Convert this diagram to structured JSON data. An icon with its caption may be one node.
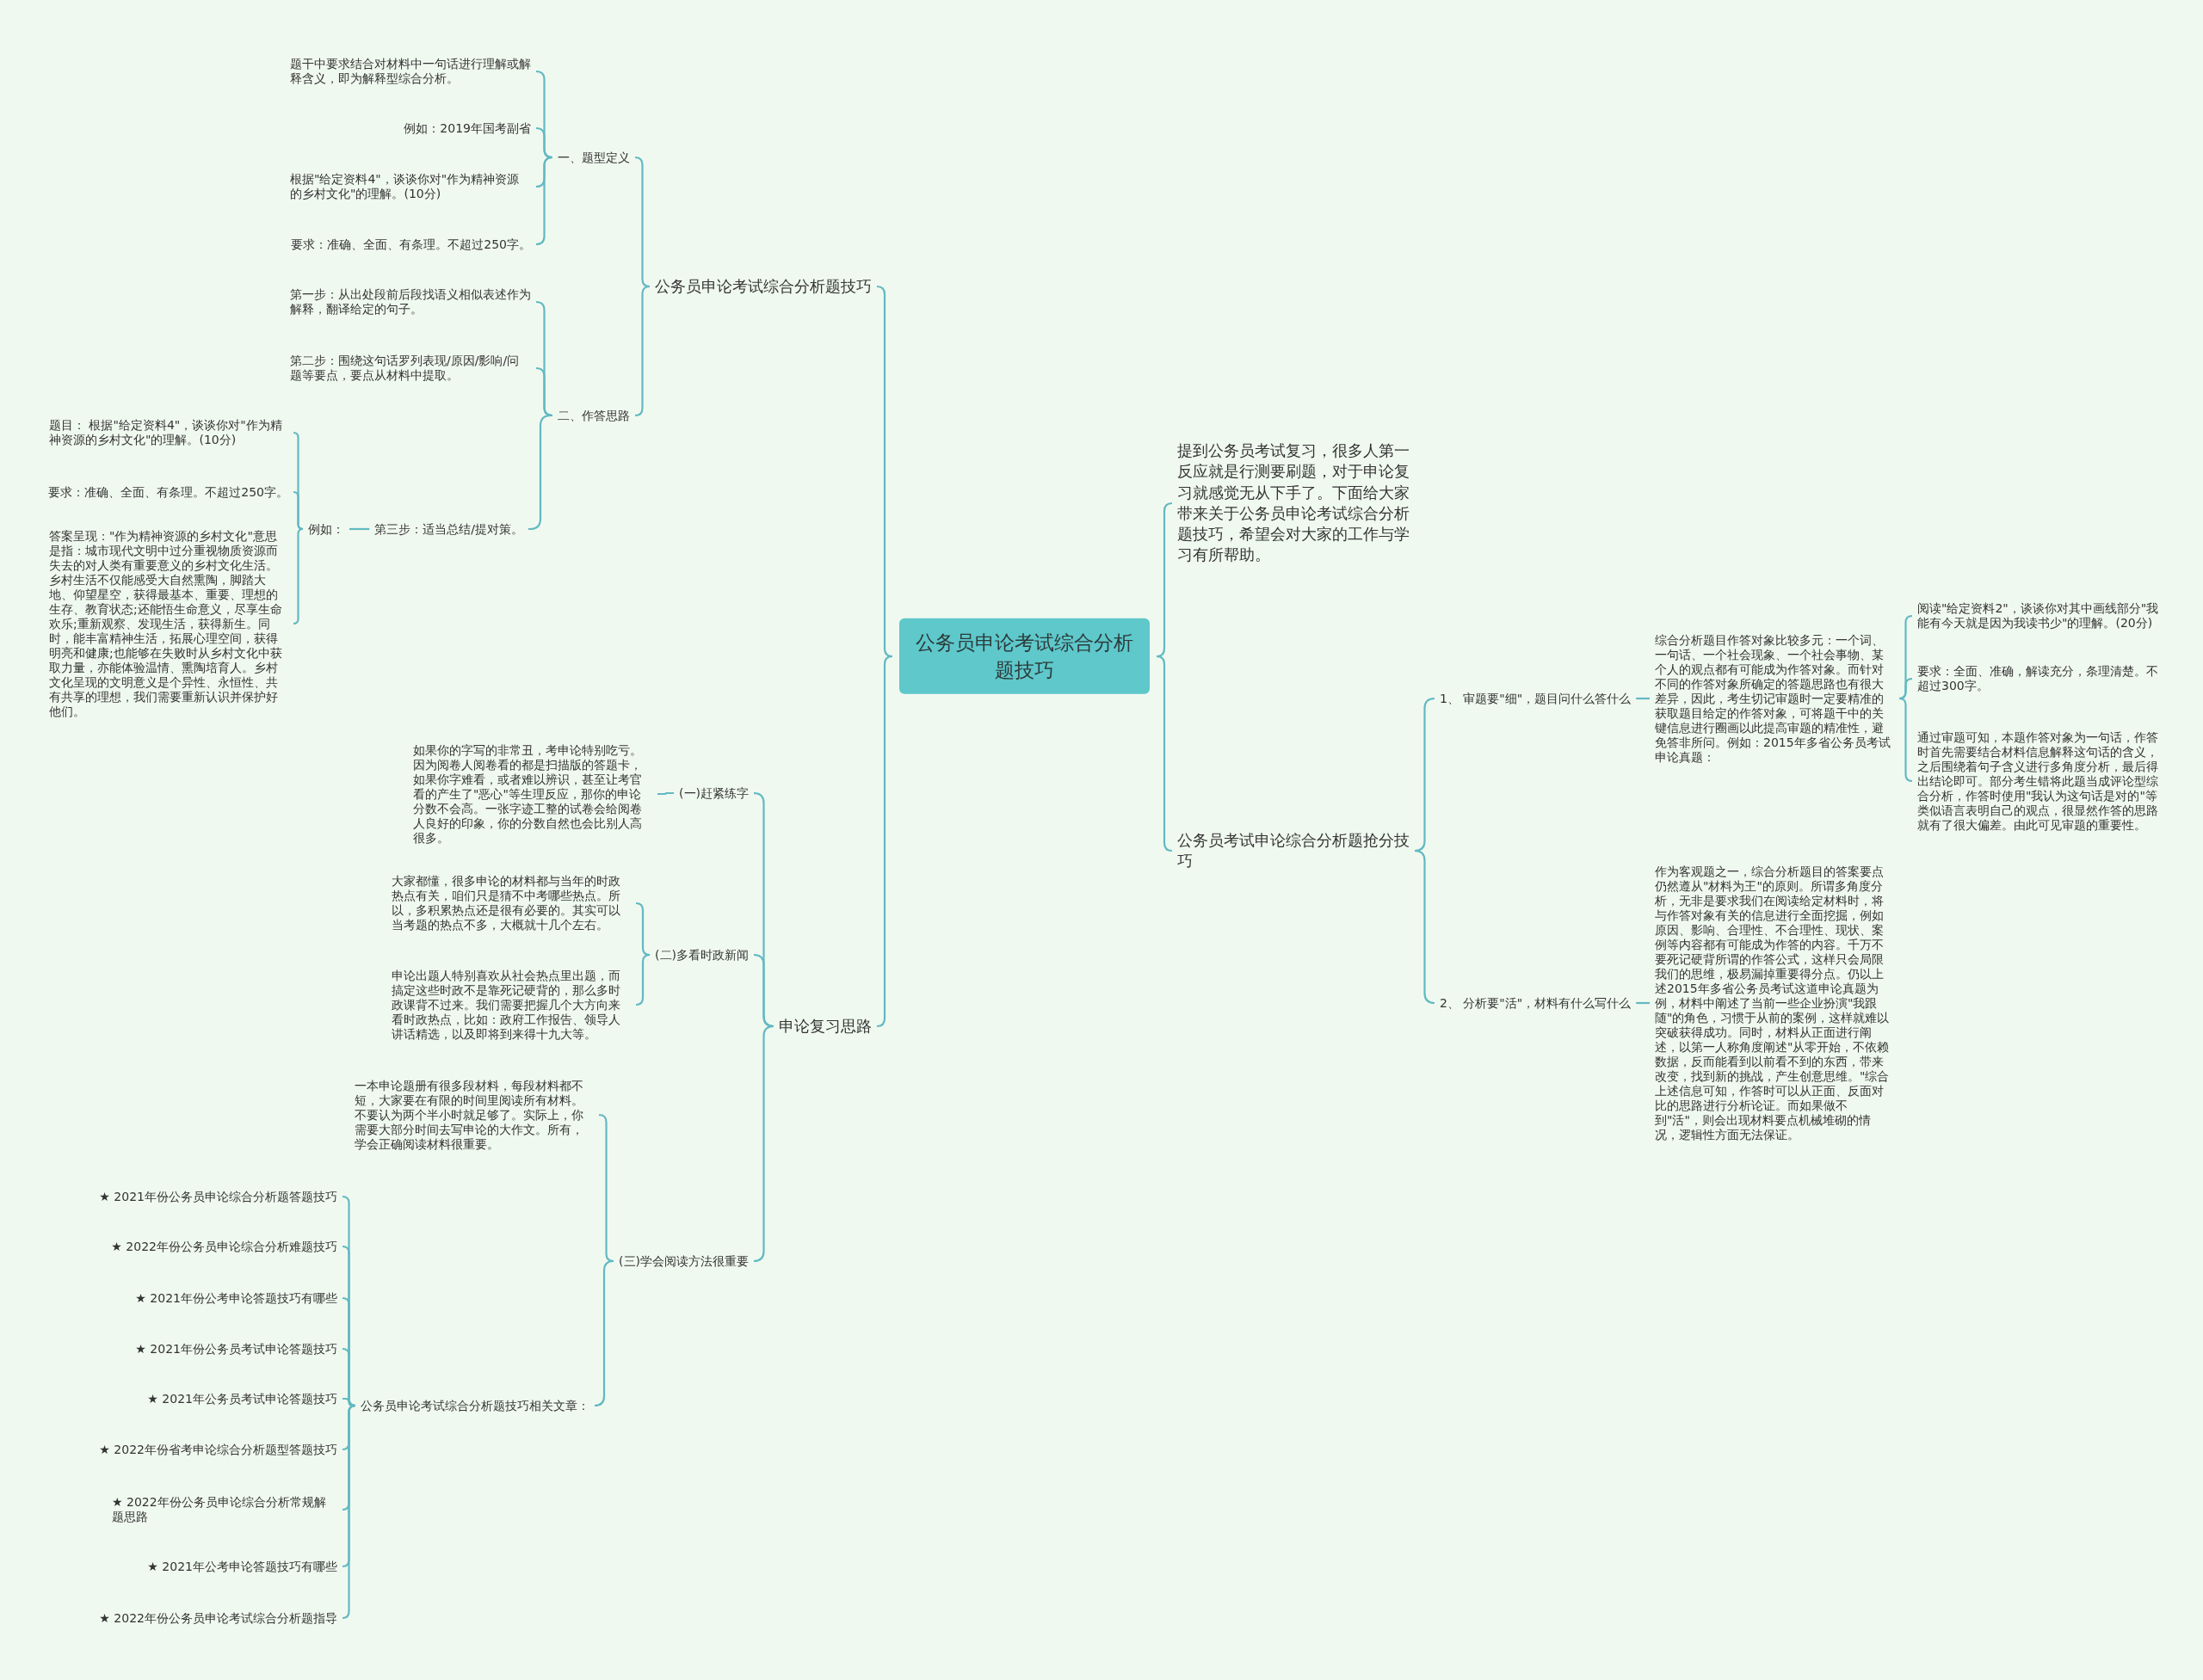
{
  "diagram": {
    "nodes": [
      {
        "text": [
          "公务员申论考试综合分析题技巧"
        ]
      },
      {
        "text": [
          "提到公务员考试复习，很多人第一反应就是行测要刷题，对于申论复习就感觉无从下手了。下面给大家带来关于公务员申论考试综合分析题技巧，希望会对大家的工作与学习有所帮助。"
        ]
      },
      {
        "text": [
          "公务员考试申论综合分析题抢分技巧"
        ]
      },
      {
        "text": [
          "1、 审题要\"细\"，题目问什么答什么"
        ]
      },
      {
        "text": [
          "综合分析题目作答对象比较多元：一个词、一句话、一个社会现象、一个社会事物、某个人的观点都有可能成为作答对象。而针对不同的作答对象所确定的答题思路也有很大差异，因此，考生切记审题时一定要精准的获取题目给定的作答对象，可将题干中的关键信息进行圈画以此提高审题的精准性，避免答非所问。例如：2015年多省公务员考试申论真题："
        ]
      },
      {
        "text": [
          "阅读\"给定资料2\"，谈谈你对其中画线部分\"我能有今天就是因为我读书少\"的理解。(20分)"
        ]
      },
      {
        "text": [
          "要求：全面、准确，解读充分，条理清楚。不超过300字。"
        ]
      },
      {
        "text": [
          "通过审题可知，本题作答对象为一句话，作答时首先需要结合材料信息解释这句话的含义，之后围绕着句子含义进行多角度分析，最后得出结论即可。部分考生错将此题当成评论型综合分析，作答时使用\"我认为这句话是对的\"等类似语言表明自己的观点，很显然作答的思路就有了很大偏差。由此可见审题的重要性。"
        ]
      },
      {
        "text": [
          "2、 分析要\"活\"，材料有什么写什么"
        ]
      },
      {
        "text": [
          "作为客观题之一，综合分析题目的答案要点仍然遵从\"材料为王\"的原则。所谓多角度分析，无非是要求我们在阅读给定材料时，将与作答对象有关的信息进行全面挖掘，例如原因、影响、合理性、不合理性、现状、案例等内容都有可能成为作答的内容。千万不要死记硬背所谓的作答公式，这样只会局限我们的思维，极易漏掉重要得分点。仍以上述2015年多省公务员考试这道申论真题为例，材料中阐述了当前一些企业扮演\"我跟随\"的角色，习惯于从前的案例，这样就难以突破获得成功。同时，材料从正面进行阐述，以第一人称角度阐述\"从零开始，不依赖数据，反而能看到以前看不到的东西，带来改变，找到新的挑战，产生创意思维。\"综合上述信息可知，作答时可以从正面、反面对比的思路进行分析论证。而如果做不到\"活\"，则会出现材料要点机械堆砌的情况，逻辑性方面无法保证。"
        ]
      },
      {
        "text": [
          "公务员申论考试综合分析题技巧"
        ]
      },
      {
        "text": [
          "一、题型定义"
        ]
      },
      {
        "text": [
          "题干中要求结合对材料中一句话进行理解或解释含义，即为解释型综合分析。"
        ]
      },
      {
        "text": [
          "例如：2019年国考副省"
        ]
      },
      {
        "text": [
          "根据\"给定资料4\"，谈谈你对\"作为精神资源的乡村文化\"的理解。(10分)"
        ]
      },
      {
        "text": [
          "要求：准确、全面、有条理。不超过250字。"
        ]
      },
      {
        "text": [
          "二、作答思路"
        ]
      },
      {
        "text": [
          "第一步：从出处段前后段找语义相似表述作为解释，翻译给定的句子。"
        ]
      },
      {
        "text": [
          "第二步：围绕这句话罗列表现/原因/影响/问题等要点，要点从材料中提取。"
        ]
      },
      {
        "text": [
          "第三步：适当总结/提对策。"
        ]
      },
      {
        "text": [
          "例如："
        ]
      },
      {
        "text": [
          "题目： 根据\"给定资料4\"，谈谈你对\"作为精神资源的乡村文化\"的理解。(10分)"
        ]
      },
      {
        "text": [
          "要求：准确、全面、有条理。不超过250字。"
        ]
      },
      {
        "text": [
          "答案呈现：\"作为精神资源的乡村文化\"意思是指：城市现代文明中过分重视物质资源而失去的对人类有重要意义的乡村文化生活。乡村生活不仅能感受大自然熏陶，脚踏大地、仰望星空，获得最基本、重要、理想的生存、教育状态;还能悟生命意义，尽享生命欢乐;重新观察、发现生活，获得新生。同时，能丰富精神生活，拓展心理空间，获得明亮和健康;也能够在失败时从乡村文化中获取力量，亦能体验温情、熏陶培育人。乡村文化呈现的文明意义是个异性、永恒性、共有共享的理想，我们需要重新认识并保护好他们。"
        ]
      },
      {
        "text": [
          "申论复习思路"
        ]
      },
      {
        "text": [
          "(一)赶紧练字"
        ]
      },
      {
        "text": [
          "如果你的字写的非常丑，考申论特别吃亏。因为阅卷人阅卷看的都是扫描版的答题卡，如果你字难看，或者难以辨识，甚至让考官看的产生了\"恶心\"等生理反应，那你的申论分数不会高。一张字迹工整的试卷会给阅卷人良好的印象，你的分数自然也会比别人高很多。"
        ]
      },
      {
        "text": [
          "(二)多看时政新闻"
        ]
      },
      {
        "text": [
          "大家都懂，很多申论的材料都与当年的时政热点有关，咱们只是猜不中考哪些热点。所以，多积累热点还是很有必要的。其实可以当考题的热点不多，大概就十几个左右。"
        ]
      },
      {
        "text": [
          "申论出题人特别喜欢从社会热点里出题，而搞定这些时政不是靠死记硬背的，那么多时政课背不过来。我们需要把握几个大方向来看时政热点，比如：政府工作报告、领导人讲话精选，以及即将到来得十九大等。"
        ]
      },
      {
        "text": [
          "(三)学会阅读方法很重要"
        ]
      },
      {
        "text": [
          "一本申论题册有很多段材料，每段材料都不短，大家要在有限的时间里阅读所有材料。不要认为两个半小时就足够了。实际上，你需要大部分时间去写申论的大作文。所有，学会正确阅读材料很重要。"
        ]
      },
      {
        "text": [
          "公务员申论考试综合分析题技巧相关文章："
        ]
      },
      {
        "text": [
          "★ 2021年份公务员申论综合分析题答题技巧"
        ]
      },
      {
        "text": [
          "★ 2022年份公务员申论综合分析难题技巧"
        ]
      },
      {
        "text": [
          "★ 2021年份公考申论答题技巧有哪些"
        ]
      },
      {
        "text": [
          "★ 2021年份公务员考试申论答题技巧"
        ]
      },
      {
        "text": [
          "★ 2021年公务员考试申论答题技巧"
        ]
      },
      {
        "text": [
          "★ 2022年份省考申论综合分析题型答题技巧"
        ]
      },
      {
        "text": [
          "★ 2022年份公务员申论综合分析常规解题思路"
        ]
      },
      {
        "text": [
          "★ 2021年公考申论答题技巧有哪些"
        ]
      },
      {
        "text": [
          "★ 2022年份公务员申论考试综合分析题指导"
        ]
      }
    ],
    "edges": [
      {
        "from": 0,
        "to": 1,
        "arrow": "none"
      },
      {
        "from": 0,
        "to": 2,
        "arrow": "none"
      },
      {
        "from": 2,
        "to": 3,
        "arrow": "none"
      },
      {
        "from": 3,
        "to": 4,
        "arrow": "none"
      },
      {
        "from": 4,
        "to": 5,
        "arrow": "none"
      },
      {
        "from": 4,
        "to": 6,
        "arrow": "none"
      },
      {
        "from": 4,
        "to": 7,
        "arrow": "none"
      },
      {
        "from": 2,
        "to": 8,
        "arrow": "none"
      },
      {
        "from": 8,
        "to": 9,
        "arrow": "none"
      },
      {
        "from": 0,
        "to": 10,
        "arrow": "none"
      },
      {
        "from": 10,
        "to": 11,
        "arrow": "none"
      },
      {
        "from": 11,
        "to": 12,
        "arrow": "none"
      },
      {
        "from": 11,
        "to": 13,
        "arrow": "none"
      },
      {
        "from": 11,
        "to": 14,
        "arrow": "none"
      },
      {
        "from": 11,
        "to": 15,
        "arrow": "none"
      },
      {
        "from": 10,
        "to": 16,
        "arrow": "none"
      },
      {
        "from": 16,
        "to": 17,
        "arrow": "none"
      },
      {
        "from": 16,
        "to": 18,
        "arrow": "none"
      },
      {
        "from": 16,
        "to": 19,
        "arrow": "none"
      },
      {
        "from": 19,
        "to": 20,
        "arrow": "none"
      },
      {
        "from": 20,
        "to": 21,
        "arrow": "none"
      },
      {
        "from": 20,
        "to": 22,
        "arrow": "none"
      },
      {
        "from": 20,
        "to": 23,
        "arrow": "none"
      },
      {
        "from": 0,
        "to": 24,
        "arrow": "none"
      },
      {
        "from": 24,
        "to": 25,
        "arrow": "none"
      },
      {
        "from": 25,
        "to": 26,
        "arrow": "none"
      },
      {
        "from": 24,
        "to": 27,
        "arrow": "none"
      },
      {
        "from": 27,
        "to": 28,
        "arrow": "none"
      },
      {
        "from": 27,
        "to": 29,
        "arrow": "none"
      },
      {
        "from": 24,
        "to": 30,
        "arrow": "none"
      },
      {
        "from": 30,
        "to": 31,
        "arrow": "none"
      },
      {
        "from": 30,
        "to": 32,
        "arrow": "none"
      },
      {
        "from": 32,
        "to": 33,
        "arrow": "none"
      },
      {
        "from": 32,
        "to": 34,
        "arrow": "none"
      },
      {
        "from": 32,
        "to": 35,
        "arrow": "none"
      },
      {
        "from": 32,
        "to": 36,
        "arrow": "none"
      },
      {
        "from": 32,
        "to": 37,
        "arrow": "none"
      },
      {
        "from": 32,
        "to": 38,
        "arrow": "none"
      },
      {
        "from": 32,
        "to": 39,
        "arrow": "none"
      },
      {
        "from": 32,
        "to": 40,
        "arrow": "none"
      },
      {
        "from": 32,
        "to": 41,
        "arrow": "none"
      }
    ]
  }
}
